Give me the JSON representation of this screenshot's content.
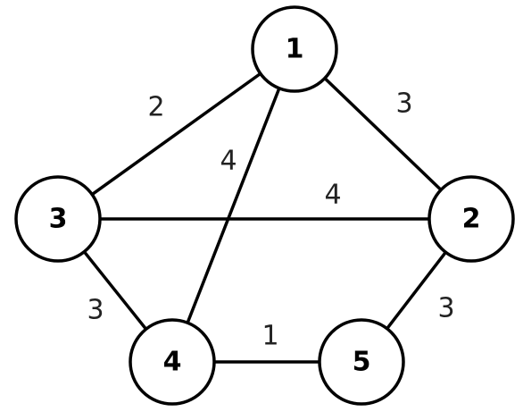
{
  "graph": {
    "nodes": [
      {
        "id": "1",
        "label": "1"
      },
      {
        "id": "2",
        "label": "2"
      },
      {
        "id": "3",
        "label": "3"
      },
      {
        "id": "4",
        "label": "4"
      },
      {
        "id": "5",
        "label": "5"
      }
    ],
    "edges": [
      {
        "from": "1",
        "to": "3",
        "weight": "2"
      },
      {
        "from": "1",
        "to": "2",
        "weight": "3"
      },
      {
        "from": "1",
        "to": "4",
        "weight": "4"
      },
      {
        "from": "3",
        "to": "2",
        "weight": "4"
      },
      {
        "from": "3",
        "to": "4",
        "weight": "3"
      },
      {
        "from": "4",
        "to": "5",
        "weight": "1"
      },
      {
        "from": "5",
        "to": "2",
        "weight": "3"
      }
    ]
  }
}
